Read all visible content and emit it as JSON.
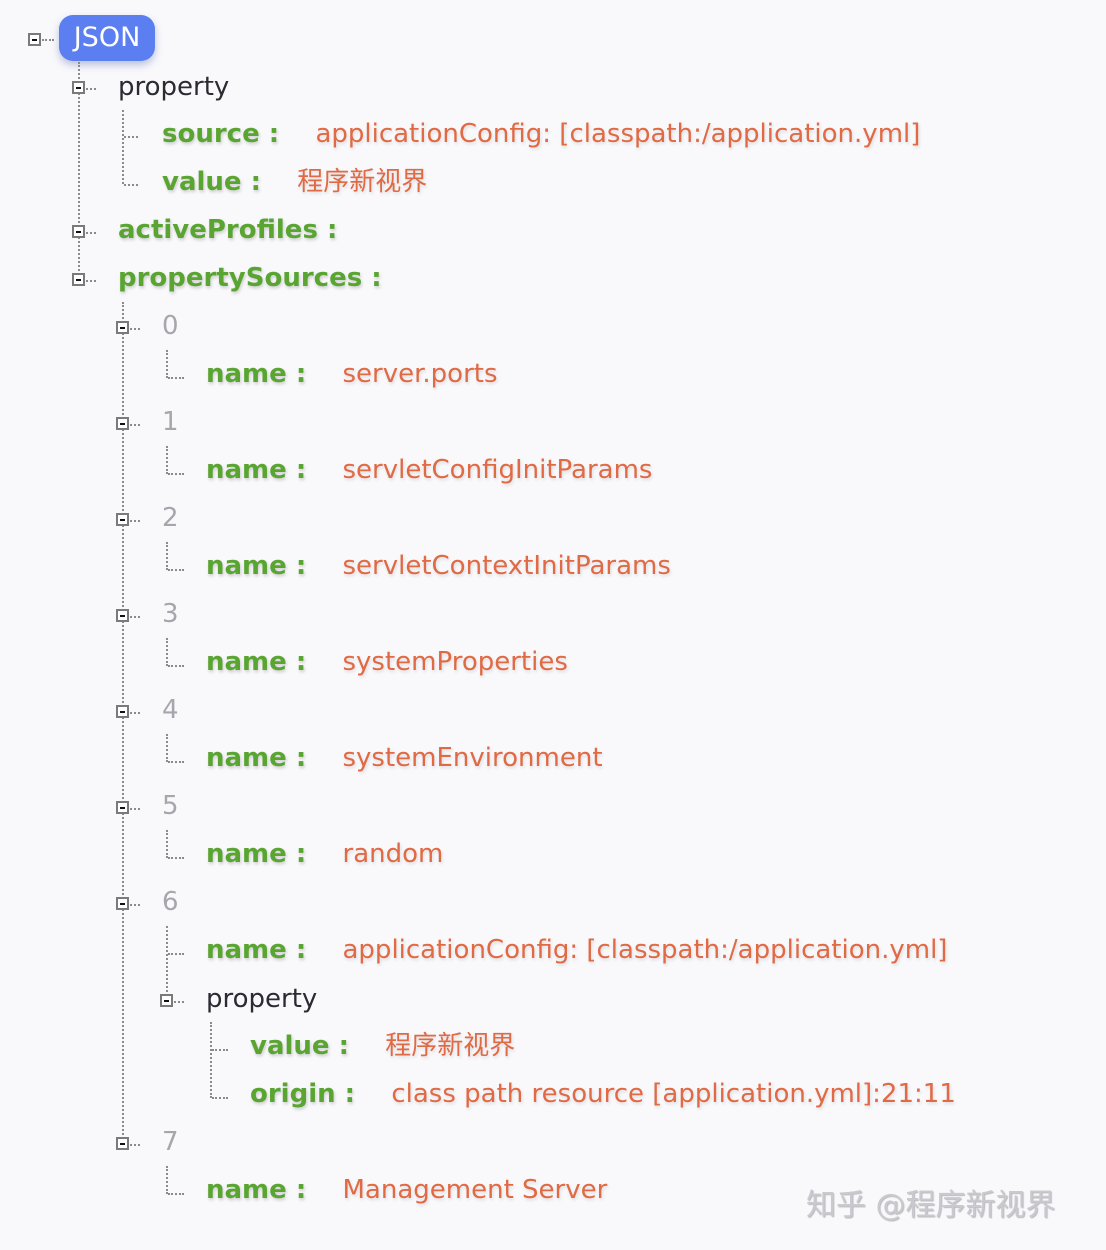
{
  "root": {
    "label": "JSON"
  },
  "property": {
    "label": "property",
    "source_key": "source :",
    "source_value": "applicationConfig: [classpath:/application.yml]",
    "value_key": "value :",
    "value_value": "程序新视界"
  },
  "activeProfiles": {
    "key": "activeProfiles :"
  },
  "propertySources": {
    "key": "propertySources :",
    "name_key": "name :",
    "items": [
      {
        "index": "0",
        "name": "server.ports"
      },
      {
        "index": "1",
        "name": "servletConfigInitParams"
      },
      {
        "index": "2",
        "name": "servletContextInitParams"
      },
      {
        "index": "3",
        "name": "systemProperties"
      },
      {
        "index": "4",
        "name": "systemEnvironment"
      },
      {
        "index": "5",
        "name": "random"
      },
      {
        "index": "6",
        "name": "applicationConfig: [classpath:/application.yml]",
        "property": {
          "label": "property",
          "value_key": "value :",
          "value_value": "程序新视界",
          "origin_key": "origin :",
          "origin_value": "class path resource [application.yml]:21:11"
        }
      },
      {
        "index": "7",
        "name": "Management Server"
      }
    ]
  },
  "colors": {
    "key": "#5aa532",
    "value": "#e06a44",
    "index": "#a6a6ad",
    "root_pill": "#5b7ff0"
  },
  "watermark": "知乎 @程序新视界"
}
